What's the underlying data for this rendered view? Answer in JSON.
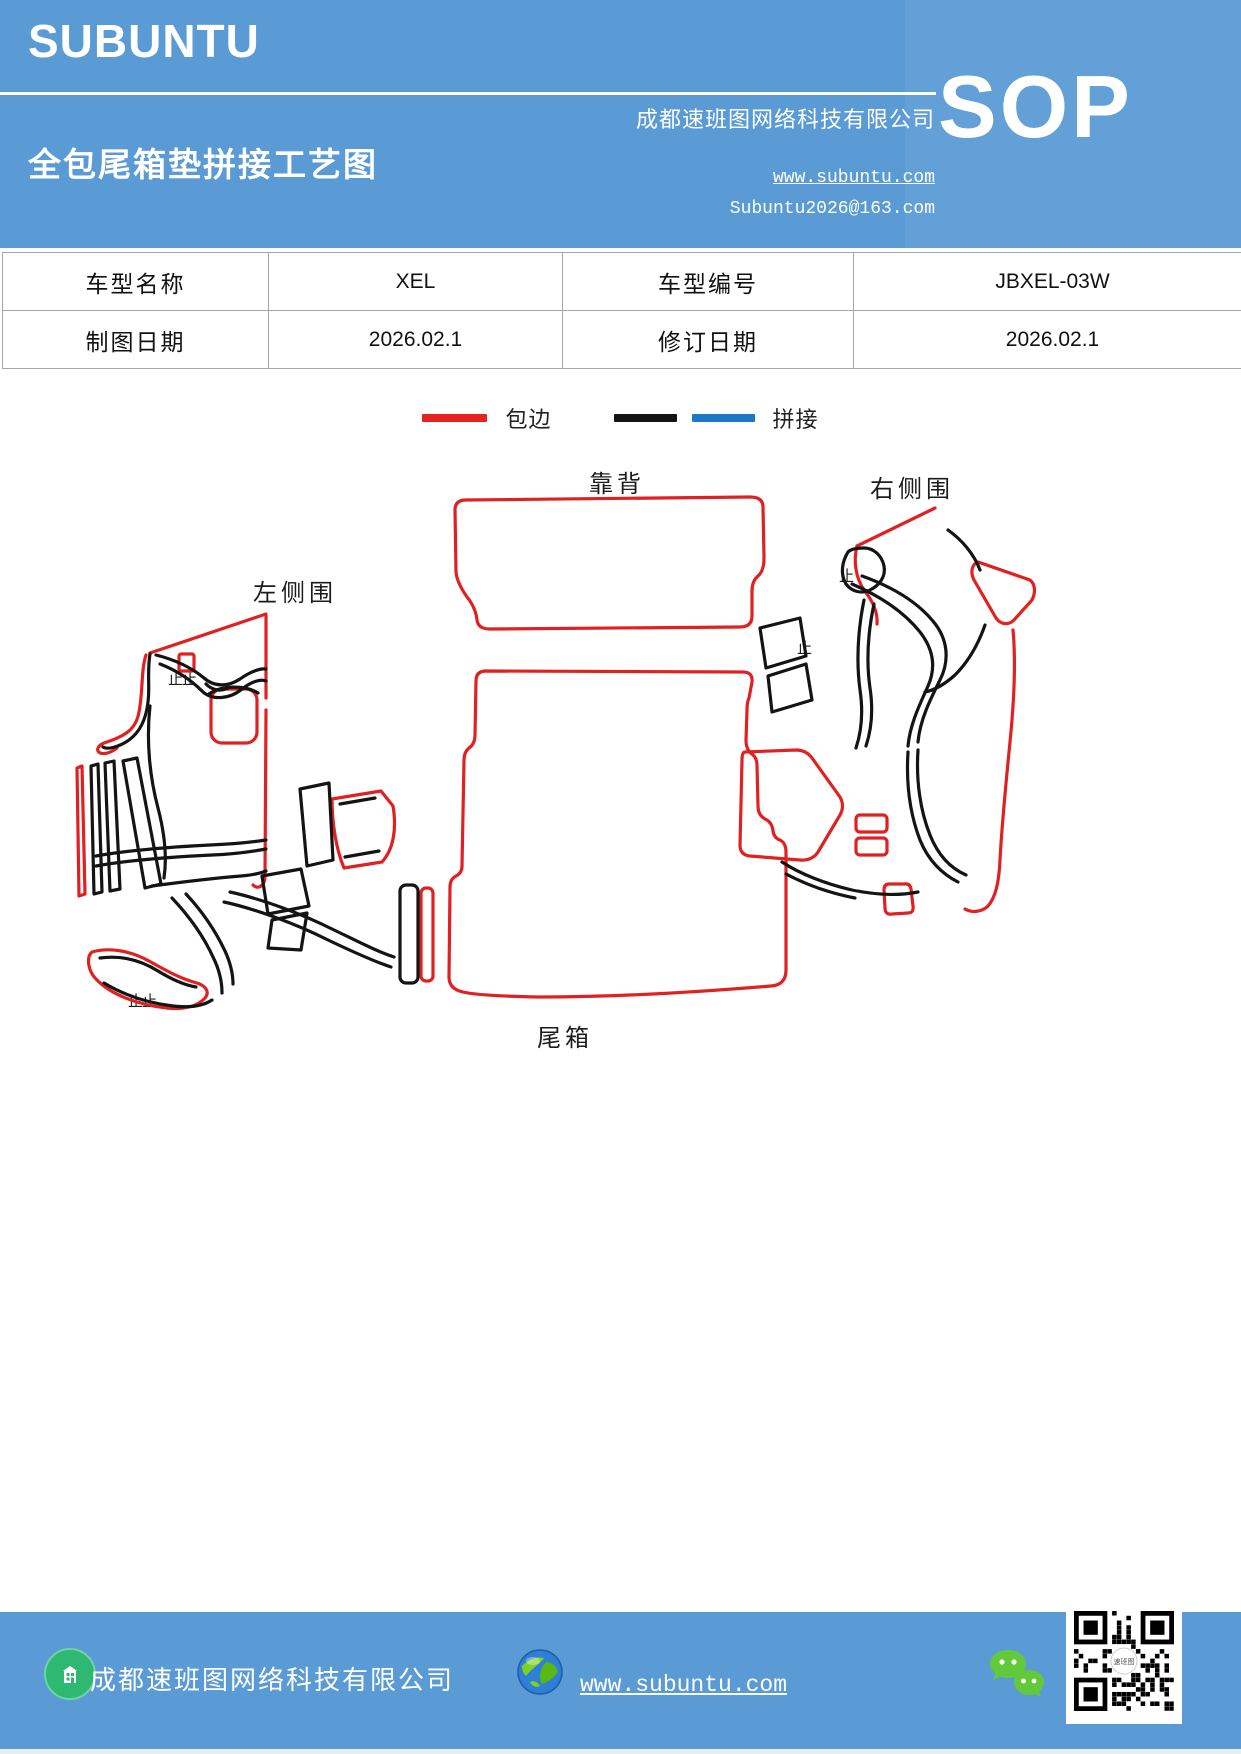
{
  "header": {
    "logo": "SUBUNTU",
    "title": "全包尾箱垫拼接工艺图",
    "company": "成都速班图网络科技有限公司",
    "website": "www.subuntu.com",
    "email": "Subuntu2026@163.com",
    "badge": "SOP"
  },
  "info_table": {
    "rows": [
      [
        "车型名称",
        "XEL",
        "车型编号",
        "JBXEL-03W"
      ],
      [
        "制图日期",
        "2026.02.1",
        "修订日期",
        "2026.02.1"
      ]
    ]
  },
  "legend": {
    "edge_label": "包边",
    "splice_label": "拼接",
    "edge_color": "#e8221f",
    "splice_line_colors": [
      "#141414",
      "#1b78c8"
    ]
  },
  "diagram": {
    "labels": {
      "backrest": "靠背",
      "left_panel": "左侧围",
      "right_panel": "右侧围",
      "trunk": "尾箱"
    },
    "stop_marks": {
      "left_top": "止止",
      "left_bottom": "止止",
      "right_upper": "止",
      "right_lower": "止"
    },
    "line_colors": {
      "edge_red": "#e02121",
      "stitch_black": "#141414"
    }
  },
  "footer": {
    "company": "成都速班图网络科技有限公司",
    "website": "www.subuntu.com"
  }
}
